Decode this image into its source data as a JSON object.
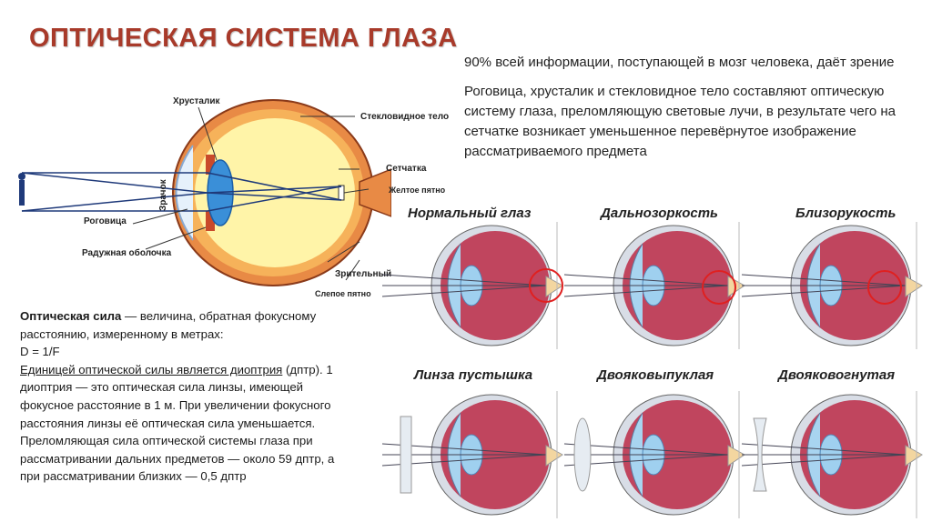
{
  "title": "ОПТИЧЕСКАЯ СИСТЕМА ГЛАЗА",
  "intro": {
    "p1": "90% всей информации, поступающей в мозг человека, даёт зрение",
    "p2": "Роговица, хрусталик и стекловидное тело составляют оптическую систему глаза, преломляющую световые лучи, в результате чего на сетчатке возникает уменьшенное перевёрнутое изображение рассматриваемого предмета"
  },
  "diagram_labels": {
    "lens": "Хрусталик",
    "vitreous": "Стекловидное тело",
    "retina": "Сетчатка",
    "yellow_spot": "Желтое пятно",
    "pupil": "Зрачок",
    "cornea": "Роговица",
    "iris": "Радужная оболочка",
    "optic_nerve": "Зрительный",
    "blind_spot": "Слепое пятно"
  },
  "panels": {
    "normal": "Нормальный глаз",
    "far": "Дальнозоркость",
    "near": "Близорукость",
    "lens_desert": "Линза пустышка",
    "biconvex": "Двояковыпуклая",
    "biconcave": "Двояковогнутая"
  },
  "optics": {
    "term": "Оптическая сила",
    "def": " — величина, обратная фокусному расстоянию, измеренному в метрах:",
    "formula": "D = 1/F",
    "unit_sentence": "Единицей оптической силы является диоптрия",
    "rest": " (дптр). 1 диоптрия — это оптическая сила линзы, имеющей фокусное расстояние в 1 м. При увеличении фокусного расстояния линзы её оптическая сила уменьшается. Преломляющая сила оптической системы глаза при рассматривании дальних предметов — около 59 дптр, а при рассматривании близких — 0,5 дптр"
  },
  "colors": {
    "title": "#a83a2a",
    "eye_outer": "#e07a3a",
    "eye_inner": "#fff6b0",
    "lens": "#3a8fd8",
    "ray": "#1f3a7a",
    "retina_pink": "#c0455e",
    "highlight_circle": "#e02020"
  }
}
